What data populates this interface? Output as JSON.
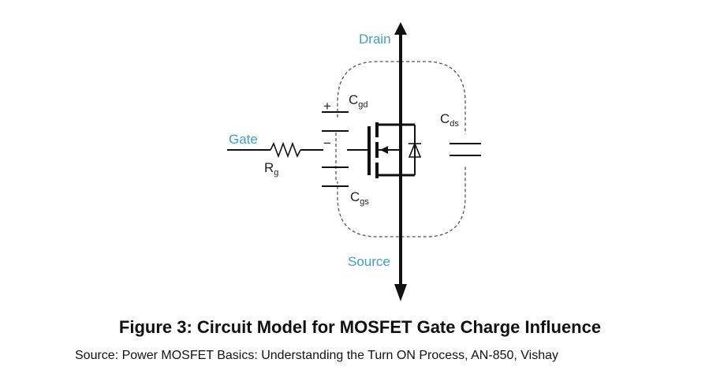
{
  "diagram": {
    "nodes": {
      "drain": "Drain",
      "source": "Source",
      "gate": "Gate"
    },
    "components": {
      "rg": {
        "main": "R",
        "sub": "g"
      },
      "cgd": {
        "main": "C",
        "sub": "gd"
      },
      "cgs": {
        "main": "C",
        "sub": "gs"
      },
      "cds": {
        "main": "C",
        "sub": "ds"
      }
    },
    "signs": {
      "plus": "+",
      "minus": "−"
    }
  },
  "caption": {
    "title": "Figure 3: Circuit Model for MOSFET Gate Charge Influence",
    "source": "Source: Power MOSFET Basics: Understanding the Turn ON Process, AN-850, Vishay"
  },
  "colors": {
    "label_blue": "#3fa0c0",
    "wire": "#111111",
    "dashed": "#555555"
  }
}
